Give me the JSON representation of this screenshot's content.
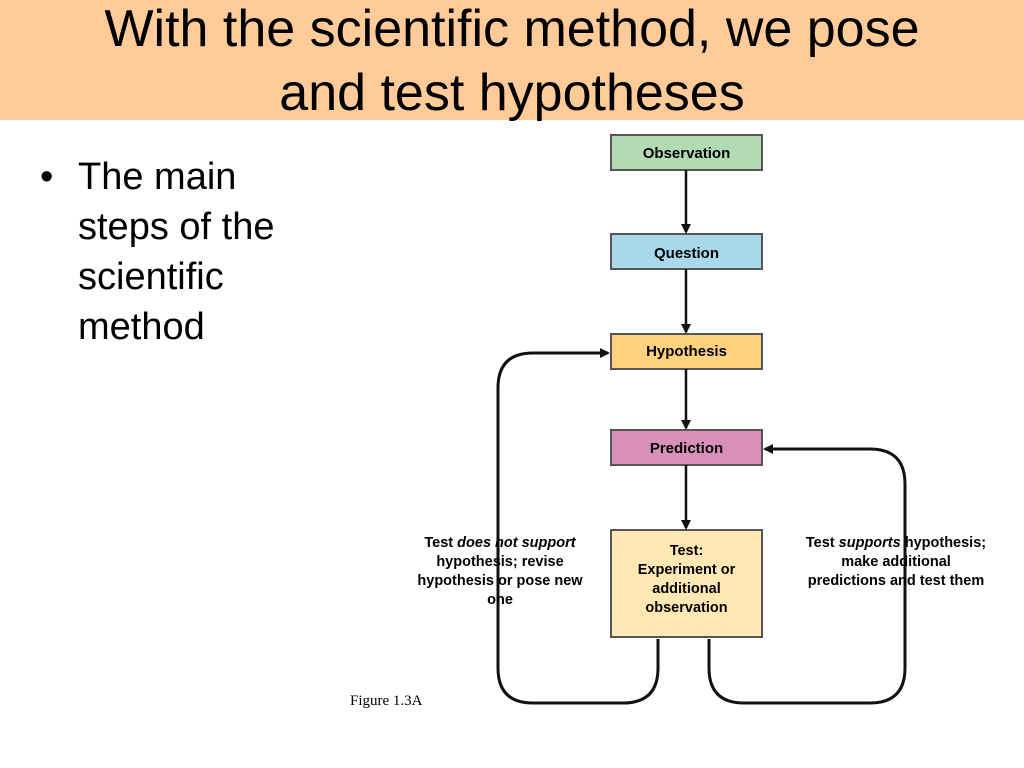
{
  "slide": {
    "title_line1": "With the scientific method, we pose",
    "title_line2": "and test hypotheses",
    "bullet_char": "•",
    "bullet_text": "The main steps of the scientific method",
    "caption": "Figure 1.3A"
  },
  "diagram": {
    "boxes": {
      "observation": {
        "label": "Observation",
        "color": "#b3dbb3"
      },
      "question": {
        "label": "Question",
        "color": "#a8d8ea"
      },
      "hypothesis": {
        "label": "Hypothesis",
        "color": "#ffd27f"
      },
      "prediction": {
        "label": "Prediction",
        "color": "#d88fba"
      },
      "test": {
        "line1": "Test:",
        "line2": "Experiment or",
        "line3": "additional",
        "line4": "observation",
        "color": "#ffe8b3"
      }
    },
    "left_note": {
      "part1": "Test ",
      "part2_italic": "does not support",
      "part3": " hypothesis; revise hypothesis or pose new one"
    },
    "right_note": {
      "part1": "Test ",
      "part2_italic": "supports",
      "part3": " hypothesis; make additional predictions and test them"
    }
  },
  "colors": {
    "title_background": "#ffcc99",
    "box_border": "#555555",
    "arrow": "#111111"
  }
}
